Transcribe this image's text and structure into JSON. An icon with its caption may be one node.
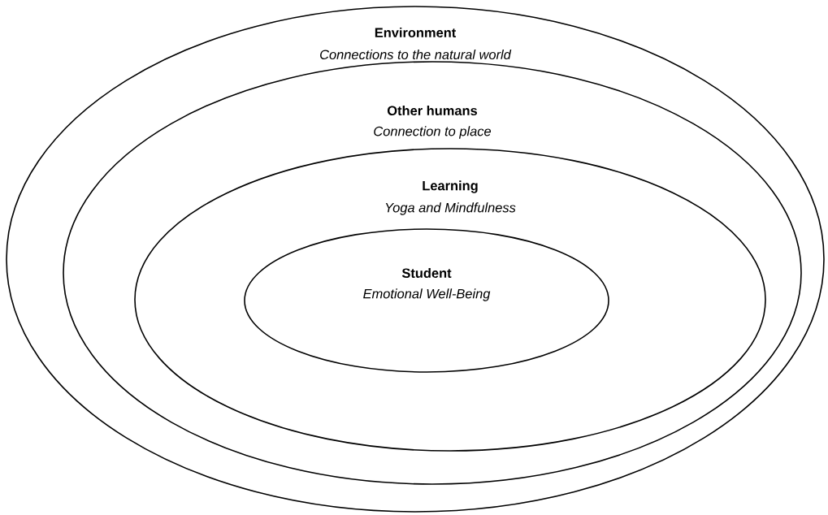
{
  "diagram": {
    "nodes": [
      {
        "text": [
          "Environment",
          "Connections to the natural world"
        ]
      },
      {
        "text": [
          "Other humans",
          "Connection to place"
        ],
        "in": 0
      },
      {
        "text": [
          "Learning",
          "Yoga and Mindfulness"
        ],
        "in": 1
      },
      {
        "text": [
          "Student",
          "Emotional Well-Being"
        ],
        "in": 2
      }
    ]
  }
}
